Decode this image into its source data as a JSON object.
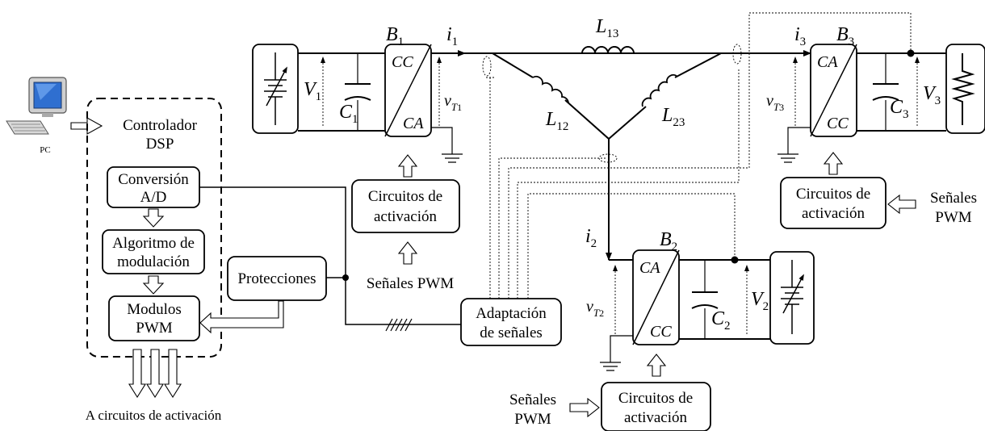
{
  "pc": {
    "label": "PC"
  },
  "controller": {
    "title_line1": "Controlador",
    "title_line2": "DSP",
    "blocks": [
      [
        "Conversión",
        "A/D"
      ],
      [
        "Algoritmo de",
        "modulación"
      ],
      [
        "Modulos",
        "PWM"
      ]
    ],
    "output_label": "A circuitos de activación"
  },
  "protecciones": {
    "label": "Protecciones"
  },
  "adaptacion": {
    "line1": "Adaptación",
    "line2": "de señales"
  },
  "activation": {
    "line1": "Circuitos de",
    "line2": "activación",
    "pwm_line1": "Señales",
    "pwm_line2": "PWM",
    "pwm_single": "Señales PWM"
  },
  "symbols": {
    "V": "V",
    "v": "v",
    "i": "i",
    "C": "C",
    "L": "L",
    "B": "B",
    "T": "T",
    "sub1": "1",
    "sub2": "2",
    "sub3": "3",
    "sub12": "12",
    "sub13": "13",
    "sub23": "23"
  },
  "converters": {
    "b1": {
      "top": "CC",
      "bottom": "CA"
    },
    "b2": {
      "top": "CA",
      "bottom": "CC"
    },
    "b3": {
      "top": "CA",
      "bottom": "CC"
    }
  }
}
